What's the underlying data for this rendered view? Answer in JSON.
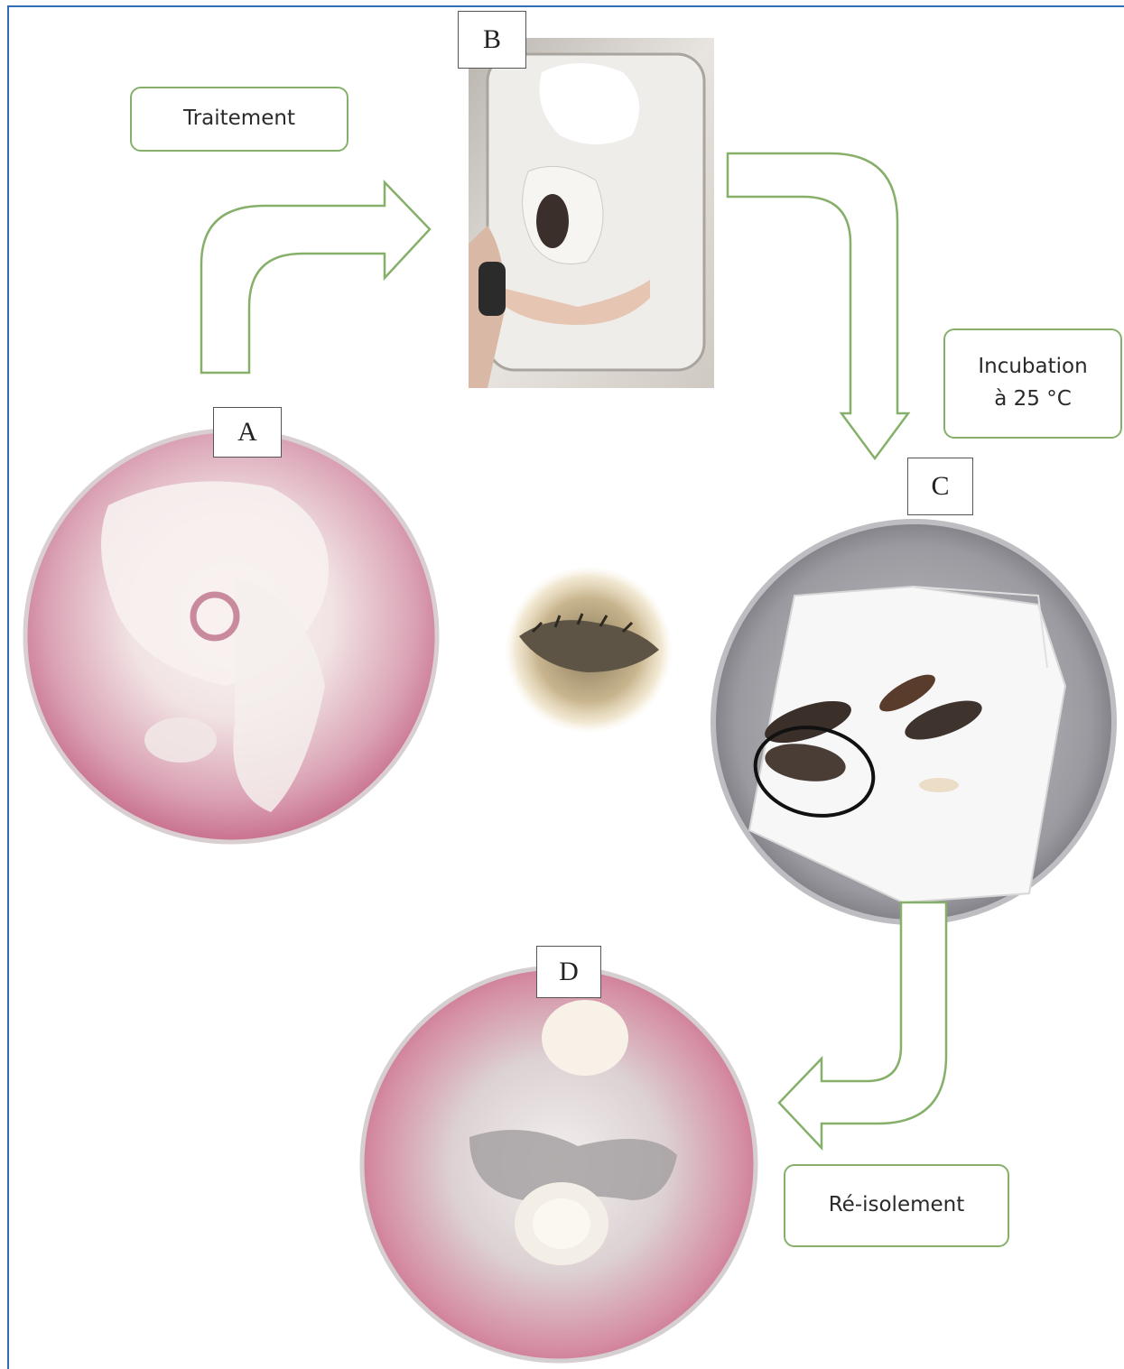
{
  "panels": {
    "a": "A",
    "b": "B",
    "c": "C",
    "d": "D"
  },
  "steps": {
    "traitement": "Traitement",
    "incubation": "Incubation\nà 25 °C",
    "reisolement": "Ré-isolement"
  },
  "colors": {
    "arrow_outline": "#86b06a",
    "frame": "#2f6fb5",
    "colony_pink": "#c9718f",
    "colony_white": "#f6f0ee"
  }
}
